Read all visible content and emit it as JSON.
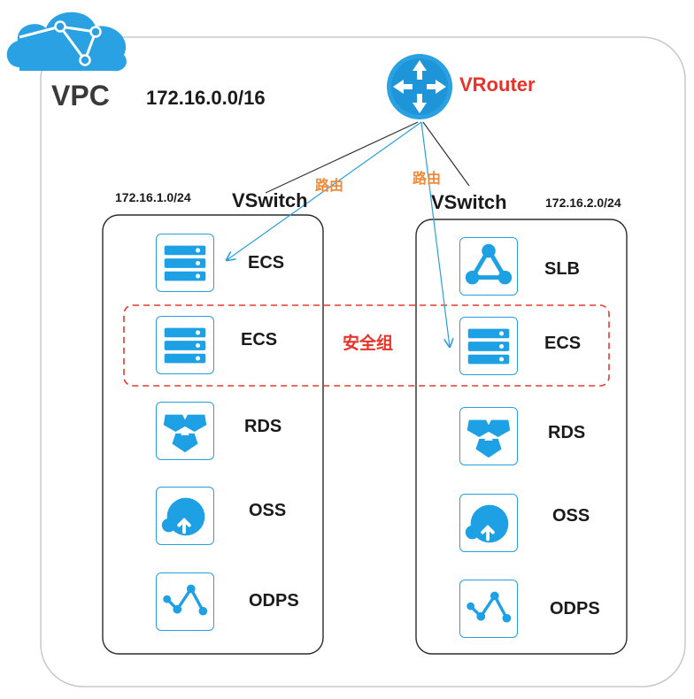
{
  "vpc": {
    "title": "VPC",
    "cidr": "172.16.0.0/16"
  },
  "router": {
    "label": "VRouter",
    "icon": "router-icon"
  },
  "route_label": "路由",
  "security_group_label": "安全组",
  "colors": {
    "accent": "#1a9ee6",
    "router_label": "#e8332a",
    "route_label": "#f08a3a",
    "security_group_border": "#e03b2e"
  },
  "switches": [
    {
      "label": "VSwitch",
      "cidr": "172.16.1.0/24",
      "services": [
        {
          "label": "ECS",
          "icon": "server-icon"
        },
        {
          "label": "ECS",
          "icon": "server-icon"
        },
        {
          "label": "RDS",
          "icon": "rds-icon"
        },
        {
          "label": "OSS",
          "icon": "oss-icon"
        },
        {
          "label": "ODPS",
          "icon": "odps-icon"
        }
      ]
    },
    {
      "label": "VSwitch",
      "cidr": "172.16.2.0/24",
      "services": [
        {
          "label": "SLB",
          "icon": "slb-icon"
        },
        {
          "label": "ECS",
          "icon": "server-icon"
        },
        {
          "label": "RDS",
          "icon": "rds-icon"
        },
        {
          "label": "OSS",
          "icon": "oss-icon"
        },
        {
          "label": "ODPS",
          "icon": "odps-icon"
        }
      ]
    }
  ]
}
